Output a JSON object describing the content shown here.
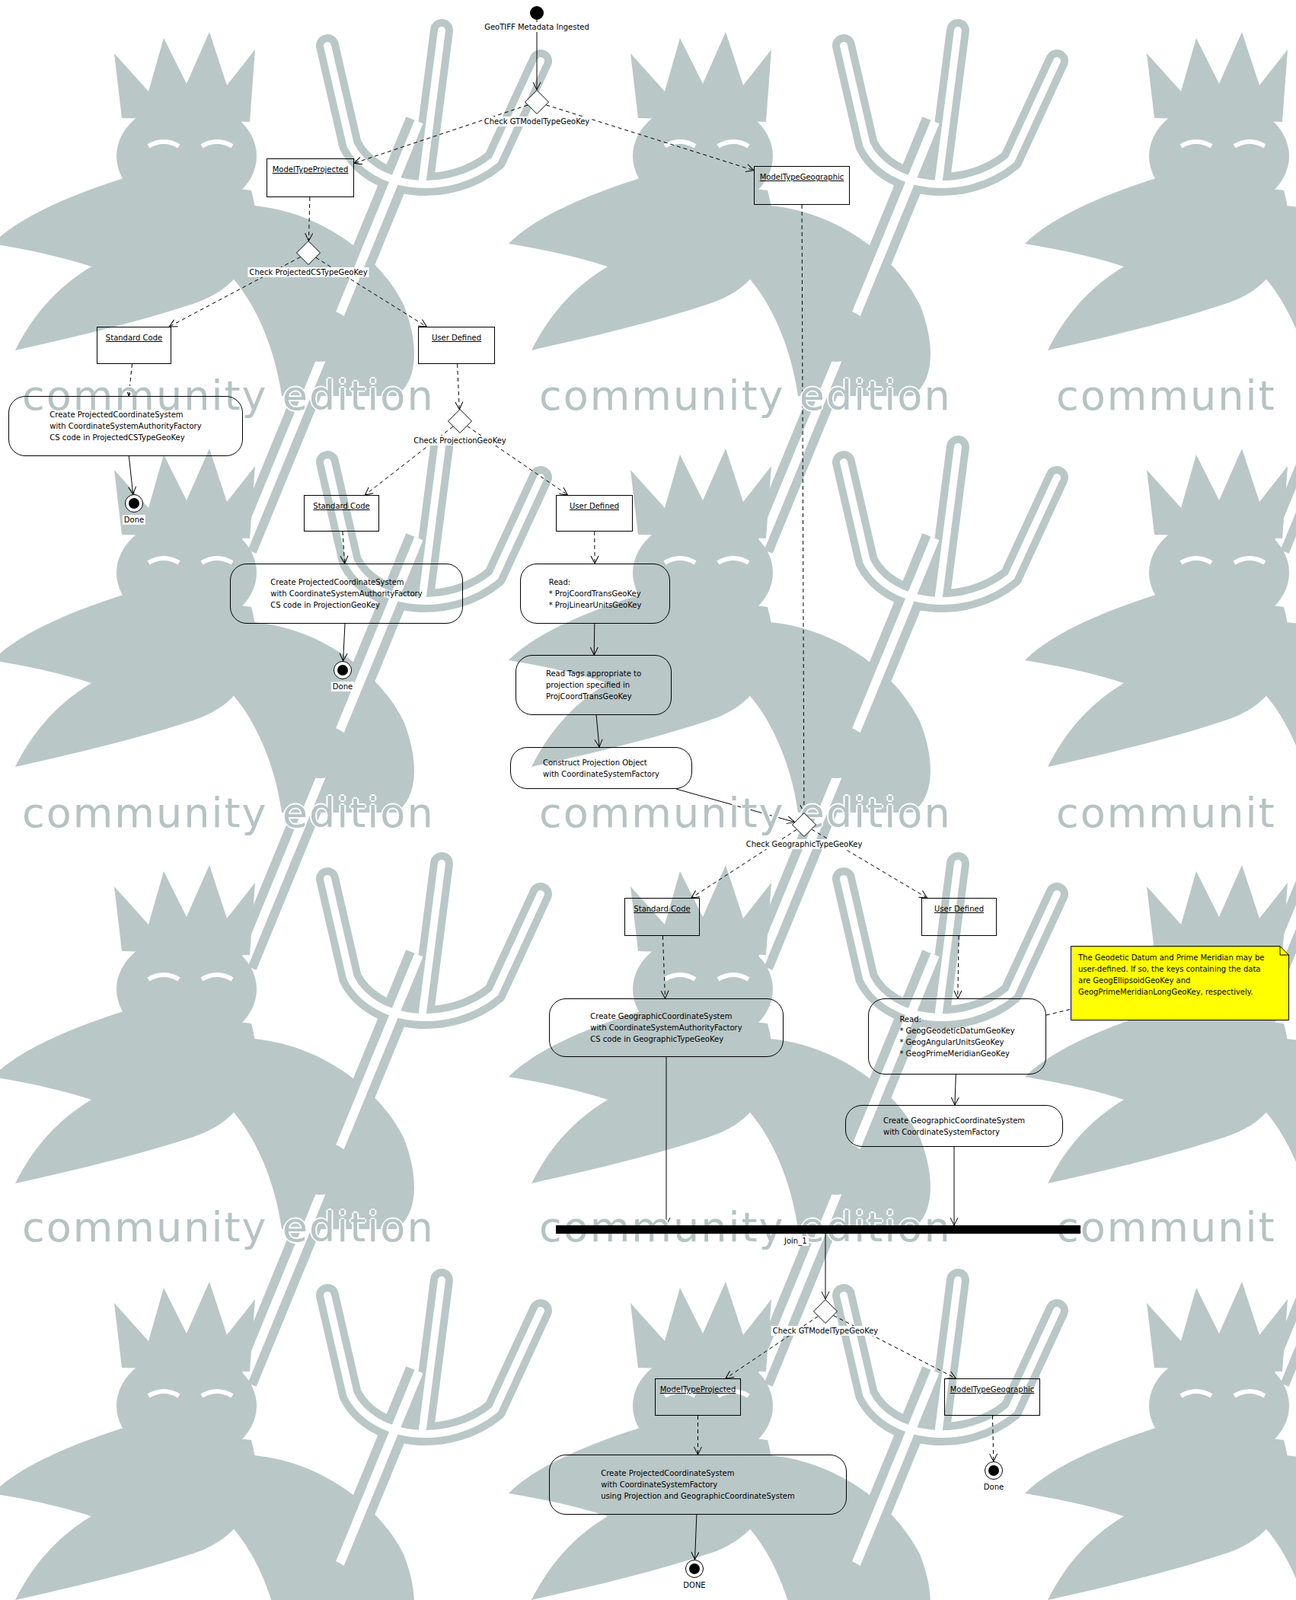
{
  "diagram": {
    "nodes": [
      {
        "text": [
          "GeoTIFF Metadata Ingested"
        ]
      },
      {
        "text": [
          "Check GTModelTypeGeoKey"
        ]
      },
      {
        "text": [
          "ModelTypeProjected"
        ]
      },
      {
        "text": [
          "ModelTypeGeographic"
        ]
      },
      {
        "text": [
          "Check ProjectedCSTypeGeoKey"
        ]
      },
      {
        "text": [
          "Standard Code"
        ]
      },
      {
        "text": [
          "User Defined"
        ]
      },
      {
        "text": [
          "Create ProjectedCoordinateSystem with CoordinateSystemAuthorityFactory CS code in ProjectedCSTypeGeoKey"
        ]
      },
      {
        "text": [
          "Done"
        ]
      },
      {
        "text": [
          "Check ProjectionGeoKey"
        ]
      },
      {
        "text": [
          "Standard Code"
        ]
      },
      {
        "text": [
          "User Defined"
        ]
      },
      {
        "text": [
          "Create ProjectedCoordinateSystem with CoordinateSystemAuthorityFactory CS code in ProjectionGeoKey"
        ]
      },
      {
        "text": [
          "Done"
        ]
      },
      {
        "text": [
          "Read:",
          "* ProjCoordTransGeoKey",
          "* ProjLinearUnitsGeoKey"
        ]
      },
      {
        "text": [
          "Read Tags appropriate to projection specified in ProjCoordTransGeoKey"
        ]
      },
      {
        "text": [
          "Construct Projection Object with CoordinateSystemFactory"
        ]
      },
      {
        "text": [
          "Check GeographicTypeGeoKey"
        ]
      },
      {
        "text": [
          "Standard Code"
        ]
      },
      {
        "text": [
          "User Defined"
        ]
      },
      {
        "text": [
          "Create GeographicCoordinateSystem with CoordinateSystemAuthorityFactory CS code in GeographicTypeGeoKey"
        ]
      },
      {
        "text": [
          "Read:",
          "* GeogGeodeticDatumGeoKey",
          "* GeogAngularUnitsGeoKey",
          "* GeogPrimeMeridianGeoKey"
        ]
      },
      {
        "text": [
          "The Geodetic Datum and Prime Meridian may be user-defined. If so, the keys containing the data are GeogEllipsoidGeoKey and GeogPrimeMeridianLongGeoKey, respectively."
        ]
      },
      {
        "text": [
          "Create GeographicCoordinateSystem with CoordinateSystemFactory"
        ]
      },
      {
        "text": [
          "Join_1"
        ]
      },
      {
        "text": [
          "Check GTModelTypeGeoKey"
        ]
      },
      {
        "text": [
          "ModelTypeProjected"
        ]
      },
      {
        "text": [
          "ModelTypeGeographic"
        ]
      },
      {
        "text": [
          "Create ProjectedCoordinateSystem with CoordinateSystemFactory using Projection and GeographicCoordinateSystem"
        ]
      },
      {
        "text": [
          "Done"
        ]
      },
      {
        "text": [
          "DONE"
        ]
      }
    ],
    "edges": [
      {
        "from": 0,
        "to": 1,
        "arrow": "to"
      },
      {
        "from": 1,
        "to": 2,
        "arrow": "to"
      },
      {
        "from": 1,
        "to": 3,
        "arrow": "to"
      },
      {
        "from": 2,
        "to": 4,
        "arrow": "to"
      },
      {
        "from": 4,
        "to": 5,
        "arrow": "to"
      },
      {
        "from": 4,
        "to": 6,
        "arrow": "to"
      },
      {
        "from": 5,
        "to": 7,
        "arrow": "to"
      },
      {
        "from": 7,
        "to": 8,
        "arrow": "to"
      },
      {
        "from": 6,
        "to": 9,
        "arrow": "to"
      },
      {
        "from": 9,
        "to": 10,
        "arrow": "to"
      },
      {
        "from": 9,
        "to": 11,
        "arrow": "to"
      },
      {
        "from": 10,
        "to": 12,
        "arrow": "to"
      },
      {
        "from": 12,
        "to": 13,
        "arrow": "to"
      },
      {
        "from": 11,
        "to": 14,
        "arrow": "to"
      },
      {
        "from": 14,
        "to": 15,
        "arrow": "to"
      },
      {
        "from": 15,
        "to": 16,
        "arrow": "to"
      },
      {
        "from": 16,
        "to": 17,
        "arrow": "to"
      },
      {
        "from": 3,
        "to": 17,
        "arrow": "to"
      },
      {
        "from": 17,
        "to": 18,
        "arrow": "to"
      },
      {
        "from": 17,
        "to": 19,
        "arrow": "to"
      },
      {
        "from": 18,
        "to": 20,
        "arrow": "to"
      },
      {
        "from": 19,
        "to": 21,
        "arrow": "to"
      },
      {
        "from": 21,
        "to": 22,
        "arrow": "none"
      },
      {
        "from": 21,
        "to": 23,
        "arrow": "to"
      },
      {
        "from": 20,
        "to": 24,
        "arrow": "to"
      },
      {
        "from": 23,
        "to": 24,
        "arrow": "to"
      },
      {
        "from": 24,
        "to": 25,
        "arrow": "to"
      },
      {
        "from": 25,
        "to": 26,
        "arrow": "to"
      },
      {
        "from": 25,
        "to": 27,
        "arrow": "to"
      },
      {
        "from": 26,
        "to": 28,
        "arrow": "to"
      },
      {
        "from": 28,
        "to": 30,
        "arrow": "to"
      },
      {
        "from": 27,
        "to": 29,
        "arrow": "to"
      }
    ],
    "labels": [
      "community edition",
      "community edition",
      "communit",
      "community edition",
      "community edition",
      "communit",
      "community edition",
      "community edition",
      "communit"
    ]
  }
}
